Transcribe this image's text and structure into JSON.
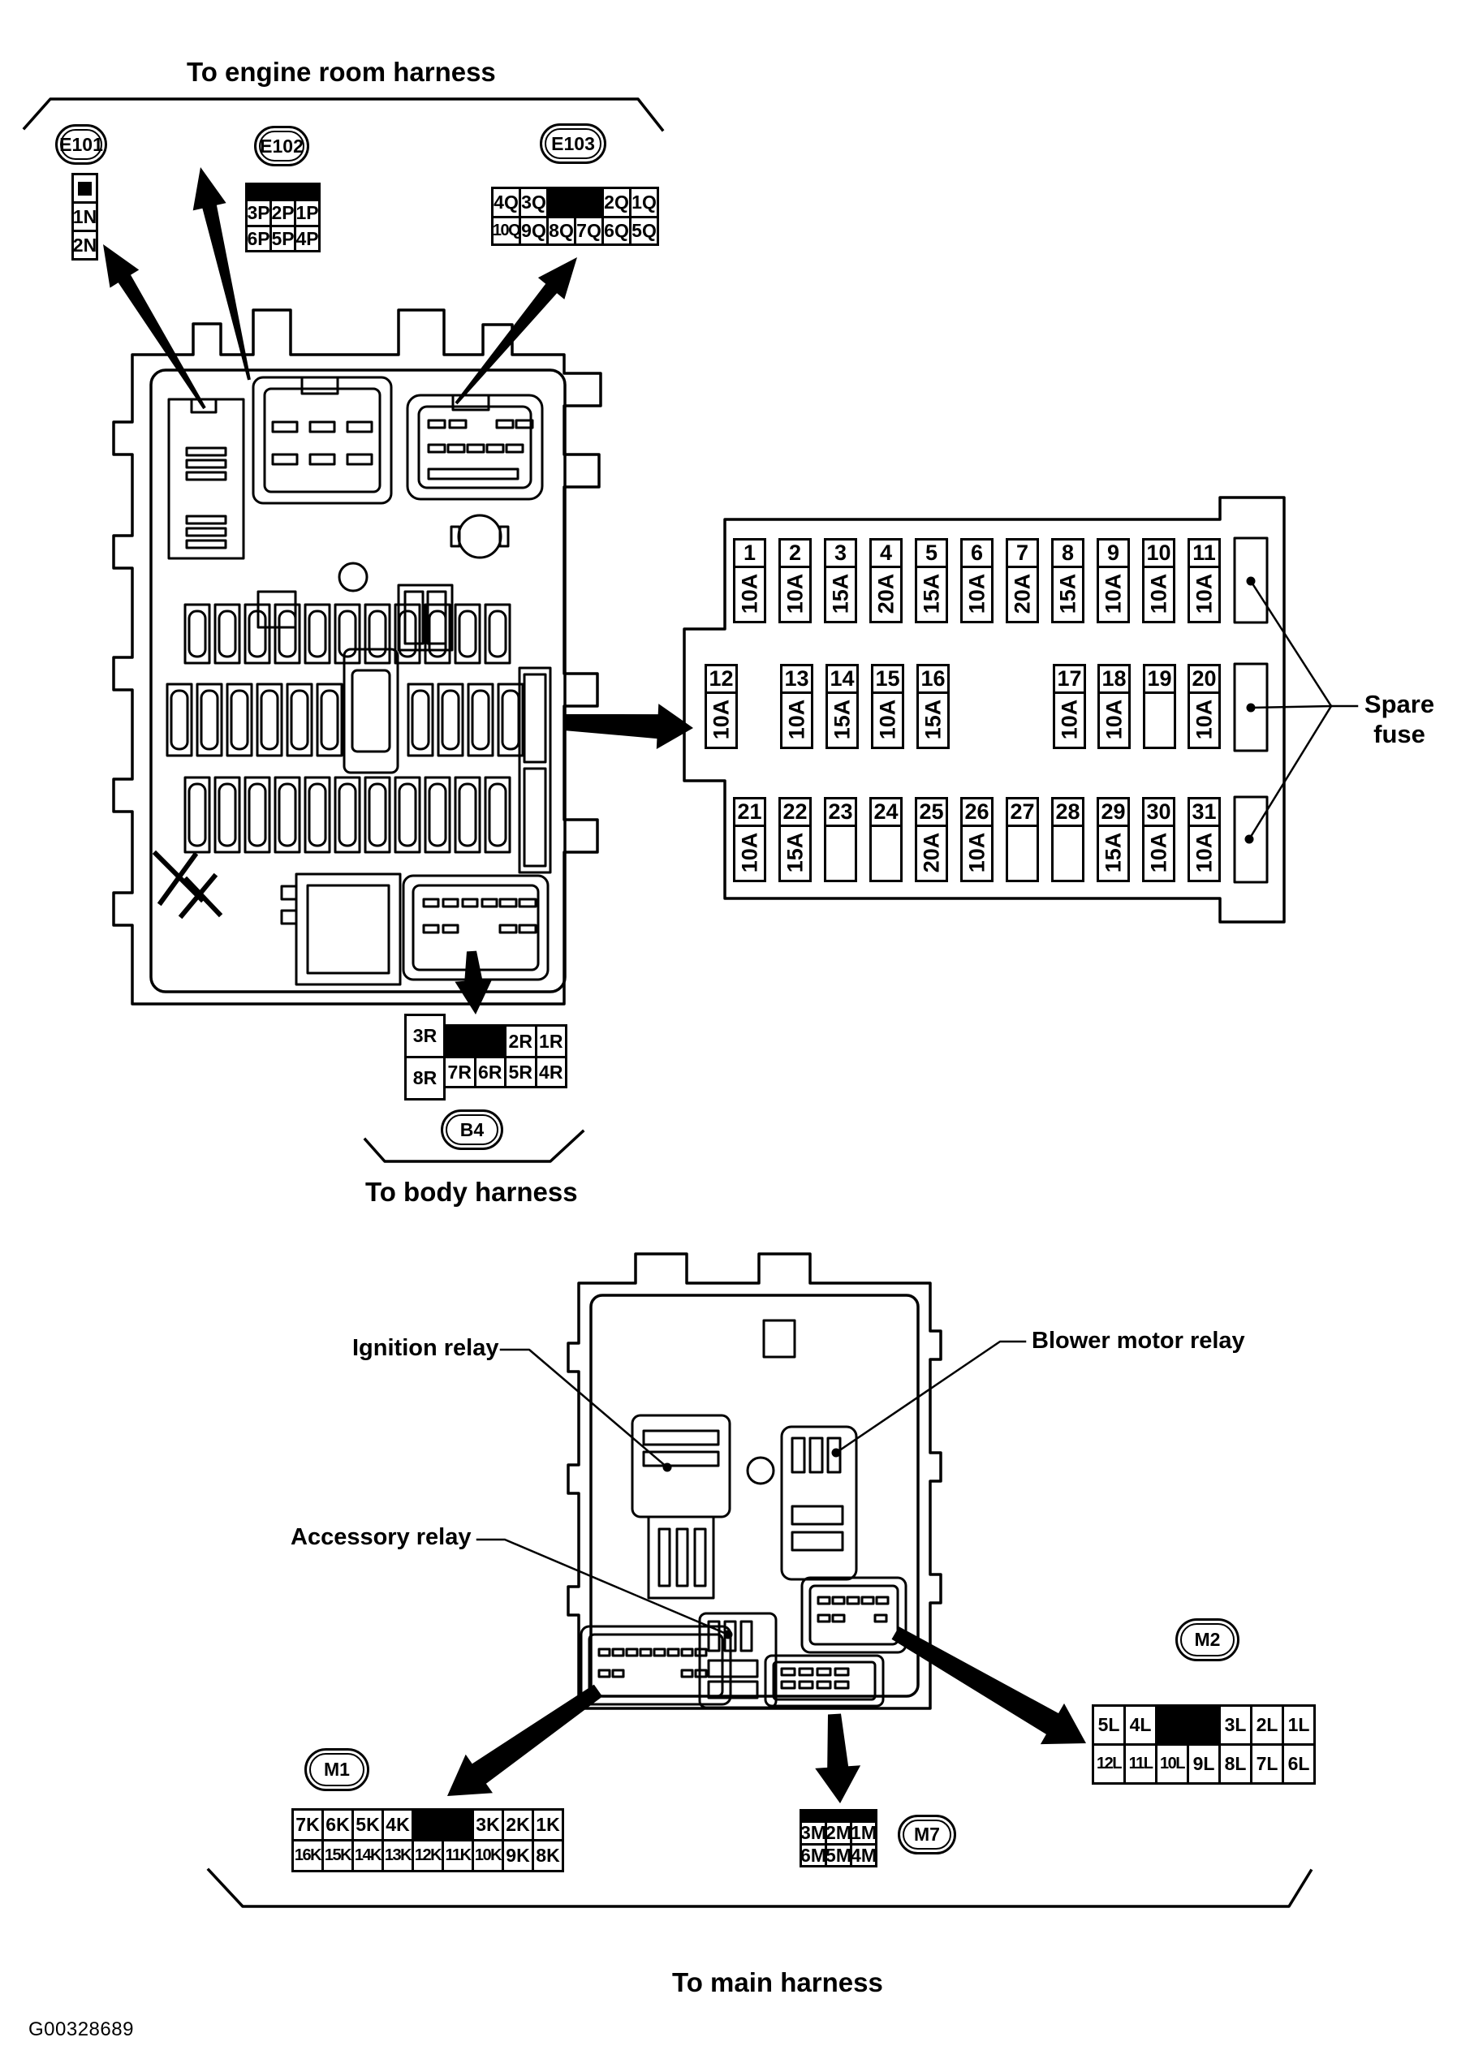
{
  "figure_id": "G00328689",
  "harness": {
    "engine_room": "To engine room harness",
    "body": "To body harness",
    "main": "To main harness"
  },
  "relays": {
    "ignition": "Ignition relay",
    "accessory": "Accessory relay",
    "blower": "Blower motor relay"
  },
  "labels": {
    "spare_fuse": {
      "line1": "Spare",
      "line2": "fuse"
    }
  },
  "colors": {
    "line": "#000000",
    "background": "#ffffff"
  },
  "fuse_panel": {
    "rows": [
      [
        {
          "n": "1",
          "a": "10A"
        },
        {
          "n": "2",
          "a": "10A"
        },
        {
          "n": "3",
          "a": "15A"
        },
        {
          "n": "4",
          "a": "20A"
        },
        {
          "n": "5",
          "a": "15A"
        },
        {
          "n": "6",
          "a": "10A"
        },
        {
          "n": "7",
          "a": "20A"
        },
        {
          "n": "8",
          "a": "15A"
        },
        {
          "n": "9",
          "a": "10A"
        },
        {
          "n": "10",
          "a": "10A"
        },
        {
          "n": "11",
          "a": "10A"
        }
      ],
      [
        {
          "n": "12",
          "a": "10A"
        },
        {
          "n": "13",
          "a": "10A"
        },
        {
          "n": "14",
          "a": "15A"
        },
        {
          "n": "15",
          "a": "10A"
        },
        {
          "n": "16",
          "a": "15A"
        },
        {
          "n": "17",
          "a": "10A"
        },
        {
          "n": "18",
          "a": "10A"
        },
        {
          "n": "19",
          "a": ""
        },
        {
          "n": "20",
          "a": "10A"
        }
      ],
      [
        {
          "n": "21",
          "a": "10A"
        },
        {
          "n": "22",
          "a": "15A"
        },
        {
          "n": "23",
          "a": ""
        },
        {
          "n": "24",
          "a": ""
        },
        {
          "n": "25",
          "a": "20A"
        },
        {
          "n": "26",
          "a": "10A"
        },
        {
          "n": "27",
          "a": ""
        },
        {
          "n": "28",
          "a": ""
        },
        {
          "n": "29",
          "a": "15A"
        },
        {
          "n": "30",
          "a": "10A"
        },
        {
          "n": "31",
          "a": "10A"
        }
      ]
    ],
    "spare_count": 3
  },
  "connectors": {
    "E101": {
      "id": "E101",
      "rows": [
        [
          {
            "marker": true
          }
        ],
        [
          {
            "t": "1N"
          }
        ],
        [
          {
            "t": "2N"
          }
        ]
      ]
    },
    "E102": {
      "id": "E102",
      "top_bar": true,
      "rows": [
        [
          {
            "t": "3P"
          },
          {
            "t": "2P"
          },
          {
            "t": "1P"
          }
        ],
        [
          {
            "t": "6P"
          },
          {
            "t": "5P"
          },
          {
            "t": "4P"
          }
        ]
      ]
    },
    "E103": {
      "id": "E103",
      "rows": [
        [
          {
            "t": "4Q"
          },
          {
            "t": "3Q"
          },
          {
            "black": true,
            "span": 2
          },
          {
            "t": "2Q"
          },
          {
            "t": "1Q"
          }
        ],
        [
          {
            "t": "10Q"
          },
          {
            "t": "9Q"
          },
          {
            "t": "8Q"
          },
          {
            "t": "7Q"
          },
          {
            "t": "6Q"
          },
          {
            "t": "5Q"
          }
        ]
      ]
    },
    "B4": {
      "id": "B4",
      "left_col": [
        "3R",
        "8R"
      ],
      "rows": [
        [
          {
            "black": true,
            "span": 2
          },
          {
            "t": "2R"
          },
          {
            "t": "1R"
          }
        ],
        [
          {
            "t": "7R"
          },
          {
            "t": "6R"
          },
          {
            "t": "5R"
          },
          {
            "t": "4R"
          }
        ]
      ]
    },
    "M1": {
      "id": "M1",
      "rows": [
        [
          {
            "t": "7K"
          },
          {
            "t": "6K"
          },
          {
            "t": "5K"
          },
          {
            "t": "4K"
          },
          {
            "black": true,
            "span": 2
          },
          {
            "t": "3K"
          },
          {
            "t": "2K"
          },
          {
            "t": "1K"
          }
        ],
        [
          {
            "t": "16K"
          },
          {
            "t": "15K"
          },
          {
            "t": "14K"
          },
          {
            "t": "13K"
          },
          {
            "t": "12K"
          },
          {
            "t": "11K"
          },
          {
            "t": "10K"
          },
          {
            "t": "9K"
          },
          {
            "t": "8K"
          }
        ]
      ]
    },
    "M2": {
      "id": "M2",
      "rows": [
        [
          {
            "t": "5L"
          },
          {
            "t": "4L"
          },
          {
            "black": true,
            "span": 2
          },
          {
            "t": "3L"
          },
          {
            "t": "2L"
          },
          {
            "t": "1L"
          }
        ],
        [
          {
            "t": "12L"
          },
          {
            "t": "11L"
          },
          {
            "t": "10L"
          },
          {
            "t": "9L"
          },
          {
            "t": "8L"
          },
          {
            "t": "7L"
          },
          {
            "t": "6L"
          }
        ]
      ]
    },
    "M7": {
      "id": "M7",
      "top_bar": true,
      "rows": [
        [
          {
            "t": "3M"
          },
          {
            "t": "2M"
          },
          {
            "t": "1M"
          }
        ],
        [
          {
            "t": "6M"
          },
          {
            "t": "5M"
          },
          {
            "t": "4M"
          }
        ]
      ]
    }
  }
}
